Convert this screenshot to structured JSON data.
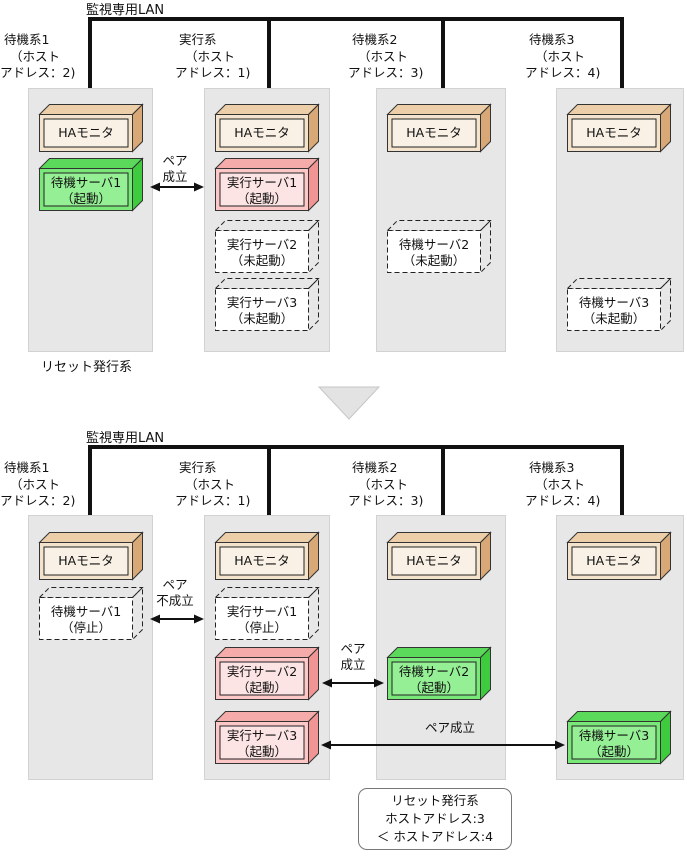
{
  "ha_label": "HAモニタ",
  "top": {
    "lan": "監視専用LAN",
    "systems": [
      {
        "name": "待機系1",
        "host1": "（ホスト",
        "host2": "アドレス：2)"
      },
      {
        "name": "実行系",
        "host1": "（ホスト",
        "host2": "アドレス：1)"
      },
      {
        "name": "待機系2",
        "host1": "（ホスト",
        "host2": "アドレス：3)"
      },
      {
        "name": "待機系3",
        "host1": "（ホスト",
        "host2": "アドレス：4)"
      }
    ],
    "servers": {
      "standby1": {
        "label": "待機サーバ1",
        "status": "（起動）"
      },
      "exec1": {
        "label": "実行サーバ1",
        "status": "（起動）"
      },
      "exec2": {
        "label": "実行サーバ2",
        "status": "（未起動）"
      },
      "exec3": {
        "label": "実行サーバ3",
        "status": "（未起動）"
      },
      "standby2": {
        "label": "待機サーバ2",
        "status": "（未起動）"
      },
      "standby3": {
        "label": "待機サーバ3",
        "status": "（未起動）"
      }
    },
    "pair1": {
      "l1": "ペア",
      "l2": "成立"
    },
    "reset_note": "リセット発行系"
  },
  "bottom": {
    "lan": "監視専用LAN",
    "systems": [
      {
        "name": "待機系1",
        "host1": "（ホスト",
        "host2": "アドレス：2)"
      },
      {
        "name": "実行系",
        "host1": "（ホスト",
        "host2": "アドレス：1)"
      },
      {
        "name": "待機系2",
        "host1": "（ホスト",
        "host2": "アドレス：3)"
      },
      {
        "name": "待機系3",
        "host1": "（ホスト",
        "host2": "アドレス：4)"
      }
    ],
    "servers": {
      "standby1": {
        "label": "待機サーバ1",
        "status": "（停止）"
      },
      "exec1": {
        "label": "実行サーバ1",
        "status": "（停止）"
      },
      "exec2": {
        "label": "実行サーバ2",
        "status": "（起動）"
      },
      "exec3": {
        "label": "実行サーバ3",
        "status": "（起動）"
      },
      "standby2": {
        "label": "待機サーバ2",
        "status": "（起動）"
      },
      "standby3": {
        "label": "待機サーバ3",
        "status": "（起動）"
      }
    },
    "pair_fail": {
      "l1": "ペア",
      "l2": "不成立"
    },
    "pair2": {
      "l1": "ペア",
      "l2": "成立"
    },
    "pair3": "ペア成立",
    "reset_box": {
      "l1": "リセット発行系",
      "l2": "ホストアドレス:3",
      "l3": "＜ ホストアドレス:4"
    }
  },
  "colors": {
    "lan_line": "#111111",
    "column_bg": "#e7e7e7",
    "ha_front": "#f4e3cc",
    "ha_face": "#d8a877",
    "active_front": "#fbc7c7",
    "active_face": "#f09494",
    "standby_front": "#79e879",
    "standby_face": "#3ecb3e",
    "transition_triangle": "#e3e3e3",
    "arrow": "#111111"
  }
}
